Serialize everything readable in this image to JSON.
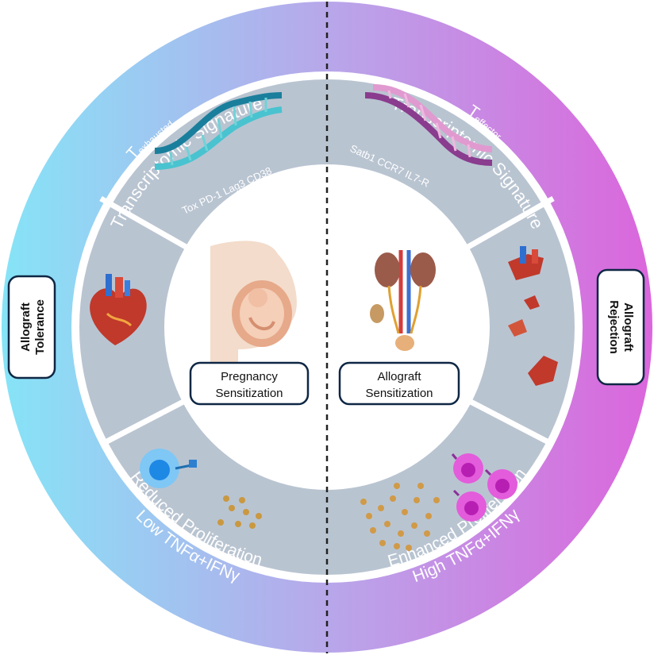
{
  "left_title": {
    "prefix": "T",
    "subscript": "exhausted",
    "line2": "Transcriptomic Signature"
  },
  "right_title": {
    "prefix": "T",
    "subscript": "effector",
    "line2": "Transcriptomic Signature"
  },
  "left_genes": "Tox  PD-1  Lag3  CD38",
  "right_genes": "Satb1   CCR7   IL7-R",
  "left_bottom": {
    "line1": "Reduced Proliferation",
    "line2": "Low TNFα+IFNγ"
  },
  "right_bottom": {
    "line1": "Enhanced Proliferation",
    "line2": "High TNFα+IFNγ"
  },
  "center_left": {
    "line1": "Pregnancy",
    "line2": "Sensitization"
  },
  "center_right": {
    "line1": "Allograft",
    "line2": "Sensitization"
  },
  "side_left": {
    "line1": "Allograft",
    "line2": "Tolerance"
  },
  "side_right": {
    "line1": "Allograft",
    "line2": "Rejection"
  },
  "colors": {
    "left_outer": "#7fd6f0",
    "right_outer": "#d86bd8",
    "segment": "#b9c4d1",
    "divider": "#222222"
  },
  "icons": [
    "dna-helix-icon",
    "heart-icon",
    "t-cell-icon",
    "cytokine-dots-icon",
    "pregnancy-icon",
    "kidney-icon",
    "heart-fragments-icon"
  ]
}
